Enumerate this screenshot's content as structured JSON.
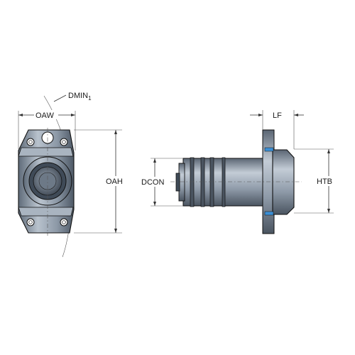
{
  "labels": {
    "oaw": "OAW",
    "dmin": "DMIN",
    "dmin_sub": "1",
    "oah": "OAH",
    "dcon": "DCON",
    "lf": "LF",
    "htb": "HTB"
  },
  "colors": {
    "body": "#8a97a7",
    "body_light": "#b3bdc8",
    "body_dark": "#3f4a57",
    "accent": "#3b8fd6"
  }
}
